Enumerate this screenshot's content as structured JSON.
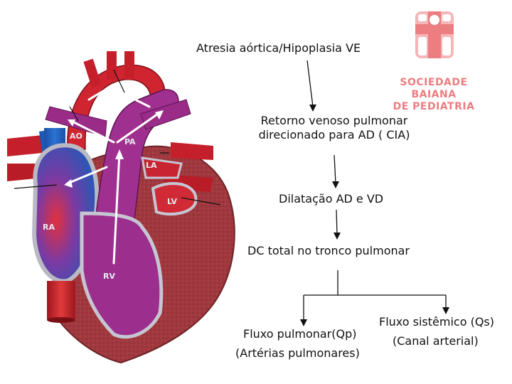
{
  "flowchart": {
    "step1": "Atresia aórtica/Hipoplasia VE",
    "step2_line1": "Retorno venoso pulmonar",
    "step2_line2": "direcionado para AD ( CIA)",
    "step3": "Dilatação AD e VD",
    "step4": "DC total no tronco pulmonar",
    "branch_left_line1": "Fluxo pulmonar(Qp)",
    "branch_left_line2": "(Artérias pulmonares)",
    "branch_right_line1": "Fluxo sistêmico (Qs)",
    "branch_right_line2": "(Canal arterial)"
  },
  "logo": {
    "line1": "SOCIEDADE",
    "line2": "BAIANA",
    "line3": "DE PEDIATRIA",
    "color": "#ec7d80"
  },
  "heart_labels": {
    "ao": "AO",
    "pa": "PA",
    "la": "LA",
    "lv": "LV",
    "ra": "RA",
    "rv": "RV"
  },
  "colors": {
    "myocardium": "#9c3a3f",
    "artery_red": "#d9232e",
    "venous_blue": "#1e5fb8",
    "mixed_purple": "#9a2f8e"
  }
}
